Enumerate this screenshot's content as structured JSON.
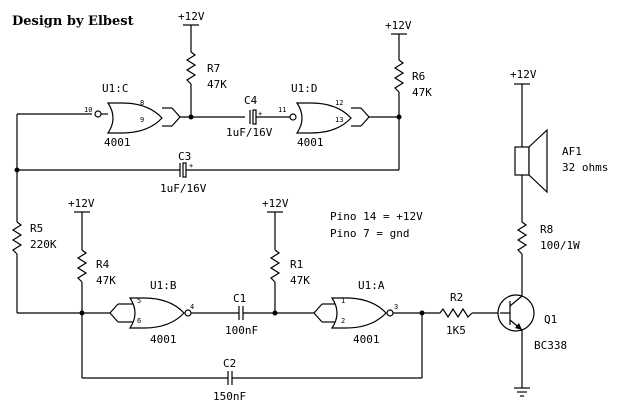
{
  "title": "Design by Elbest",
  "supply_labels": {
    "r7": "+12V",
    "r6": "+12V",
    "af1": "+12V",
    "r4": "+12V",
    "r1": "+12V"
  },
  "gates": {
    "u1c": {
      "name": "U1:C",
      "type": "4001",
      "pin_in1": "8",
      "pin_in2": "9",
      "pin_out": "10"
    },
    "u1d": {
      "name": "U1:D",
      "type": "4001",
      "pin_in1": "12",
      "pin_in2": "13",
      "pin_out": "11"
    },
    "u1b": {
      "name": "U1:B",
      "type": "4001",
      "pin_in1": "5",
      "pin_in2": "6",
      "pin_out": "4"
    },
    "u1a": {
      "name": "U1:A",
      "type": "4001",
      "pin_in1": "1",
      "pin_in2": "2",
      "pin_out": "3"
    }
  },
  "resistors": {
    "r7": {
      "name": "R7",
      "value": "47K"
    },
    "r6": {
      "name": "R6",
      "value": "47K"
    },
    "r5": {
      "name": "R5",
      "value": "220K"
    },
    "r4": {
      "name": "R4",
      "value": "47K"
    },
    "r1": {
      "name": "R1",
      "value": "47K"
    },
    "r8": {
      "name": "R8",
      "value": "100/1W"
    },
    "r2": {
      "name": "R2",
      "value": "1K5"
    }
  },
  "capacitors": {
    "c4": {
      "name": "C4",
      "value": "1uF/16V"
    },
    "c3": {
      "name": "C3",
      "value": "1uF/16V"
    },
    "c1": {
      "name": "C1",
      "value": "100nF"
    },
    "c2": {
      "name": "C2",
      "value": "150nF"
    }
  },
  "speaker": {
    "name": "AF1",
    "value": "32 ohms"
  },
  "transistor": {
    "name": "Q1",
    "part": "BC338"
  },
  "notes": {
    "pin14": "Pino 14 = +12V",
    "pin7": "Pino 7  = gnd"
  },
  "polarity_mark": "+"
}
